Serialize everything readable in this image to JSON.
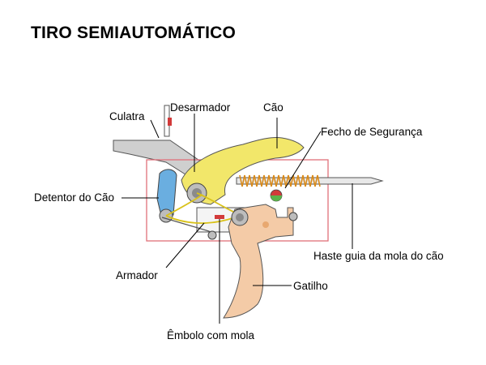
{
  "title": "TIRO SEMIAUTOMÁTICO",
  "labels": {
    "culatra": "Culatra",
    "desarmador": "Desarmador",
    "cao": "Cão",
    "fecho": "Fecho de Segurança",
    "detentor": "Detentor do Cão",
    "haste": "Haste guia da mola do cão",
    "armador": "Armador",
    "gatilho": "Gatilho",
    "embolo": "Êmbolo com mola"
  },
  "colors": {
    "housing_outline": "#e0707a",
    "hammer": "#f2e76a",
    "trigger": "#f4cba7",
    "spring": "#d98a1a",
    "hammer_catch": "#6aaee0",
    "bolt": "#c8c8c8"
  }
}
